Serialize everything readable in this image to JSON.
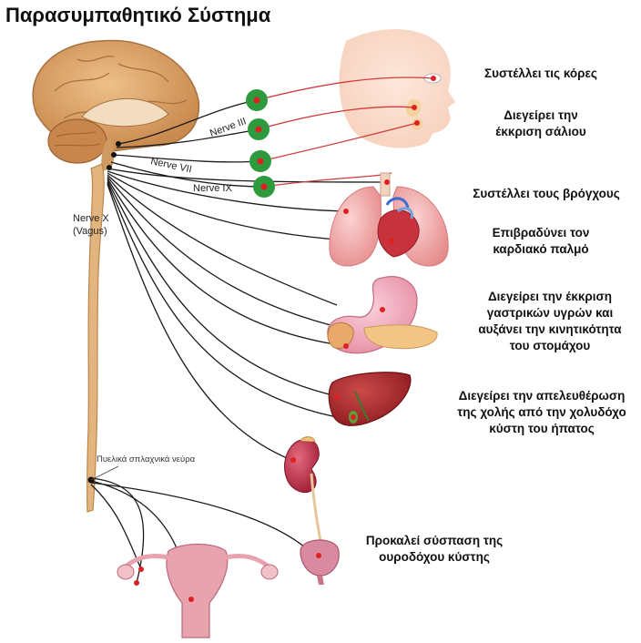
{
  "title": "Παρασυμπαθητικό Σύστημα",
  "nerve_labels": {
    "nerve3": "Nerve III",
    "nerve7": "Nerve VII",
    "nerve9": "Nerve IX",
    "nerve10_line1": "Nerve X",
    "nerve10_line2": "(Vagus)",
    "pelvic": "Πυελικά σπλαχνικά νεύρα"
  },
  "effects": {
    "pupils": "Συστέλλει τις κόρες",
    "saliva": "Διεγείρει την\nέκκριση σάλιου",
    "bronchi": "Συστέλλει τους βρόγχους",
    "heart": "Επιβραδύνει τον\nκαρδιακό παλμό",
    "stomach": "Διεγείρει την έκκριση\nγαστρικών υγρών και\nαυξάνει την κινητικότητα\nτου στομάχου",
    "liver": "Διεγείρει την απελευθέρωση\nτης χολής από την χολυδόχο\nκύστη του ήπατος",
    "bladder": "Προκαλεί σύσπαση της\nουροδόχου κύστης"
  },
  "colors": {
    "brain": "#d9a064",
    "spinal_cord": "#e2b47e",
    "ganglion": "#2e9a3e",
    "nerve_dot": "#e02020",
    "lungs": "#f2a6a6",
    "liver": "#a8262a",
    "stomach": "#efa1b5",
    "kidney": "#c0334a",
    "bladder": "#d98aa0",
    "uterus": "#e9a3ae"
  }
}
